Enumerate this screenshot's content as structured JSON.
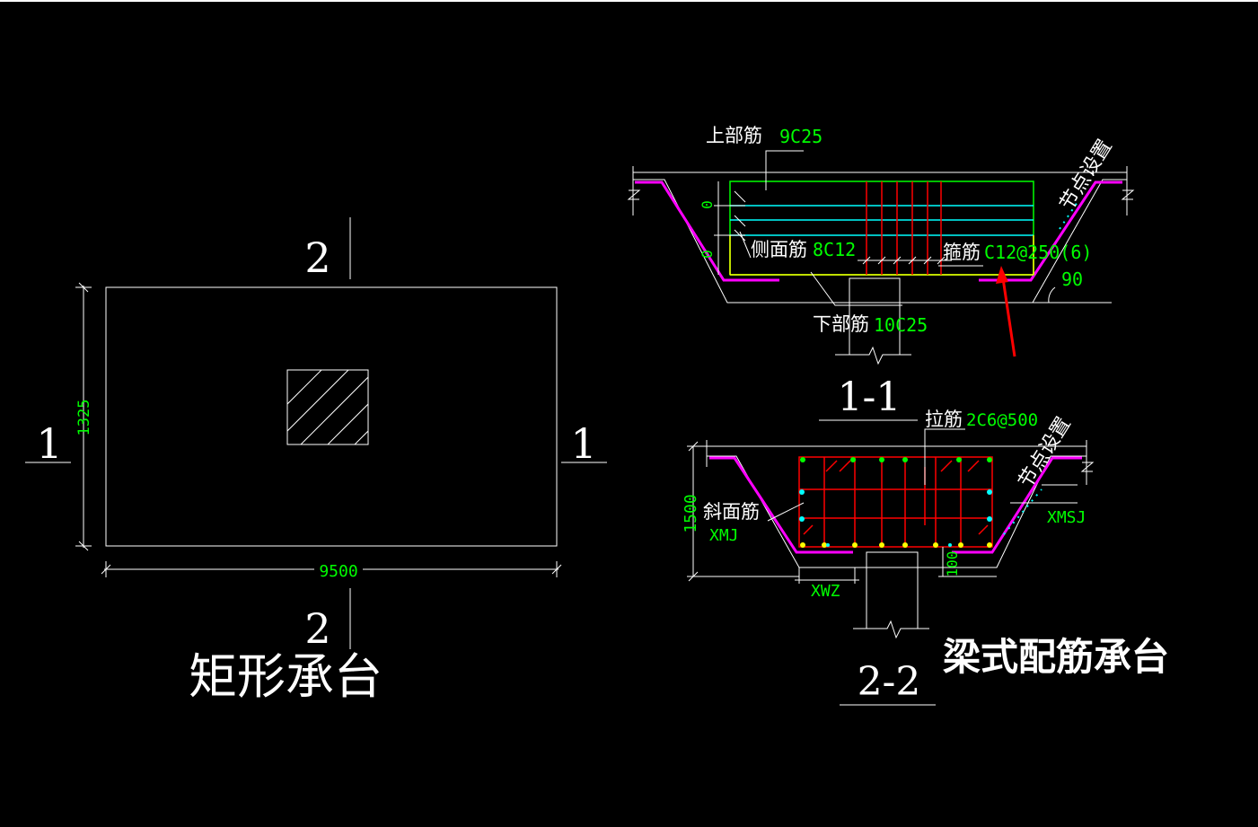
{
  "colors": {
    "background": "#000000",
    "line": "#ffffff",
    "dimension_text": "#00ff00",
    "rebar_red": "#ff0000",
    "rebar_magenta": "#ff00ff",
    "rebar_cyan": "#00ffff",
    "rebar_yellow": "#ffff00",
    "rebar_green": "#00ff00",
    "arrow_red": "#ff0000"
  },
  "plan": {
    "title": "矩形承台",
    "dim_width": "9500",
    "dim_height": "1325",
    "section_1": "1",
    "section_2": "2"
  },
  "section_11": {
    "title": "1-1",
    "top_bar_label": "上部筋",
    "top_bar_value": "9C25",
    "side_bar_label": "侧面筋",
    "side_bar_value": "8C12",
    "stirrup_label": "箍筋",
    "stirrup_value": "C12@250(6)",
    "bottom_bar_label": "下部筋",
    "bottom_bar_value": "10C25",
    "node_label": "节点设置",
    "angle_value": "90",
    "zero_a": "0",
    "zero_b": "0"
  },
  "section_22": {
    "title": "2-2",
    "tie_label": "拉筋",
    "tie_value": "2C6@500",
    "slope_label": "斜面筋",
    "slope_value": "XMJ",
    "xmsj": "XMSJ",
    "xwz": "XWZ",
    "depth_value": "1500",
    "cover_value": "100",
    "node_label": "节点设置"
  },
  "beam_title": "梁式配筋承台"
}
